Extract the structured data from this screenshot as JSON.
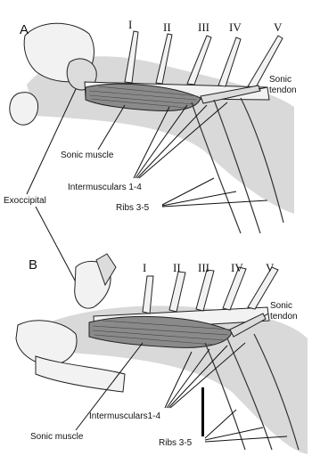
{
  "panels": [
    {
      "letter": "A",
      "vertebrae": [
        "I",
        "II",
        "III",
        "IV",
        "V"
      ],
      "labels": {
        "sonic_tendon": [
          "Sonic",
          "tendon"
        ],
        "sonic_muscle": "Sonic muscle",
        "intermusculars": "Intermusculars 1-4",
        "ribs": "Ribs 3-5"
      }
    },
    {
      "letter": "B",
      "vertebrae": [
        "I",
        "II",
        "III",
        "IV",
        "V"
      ],
      "labels": {
        "sonic_tendon": [
          "Sonic",
          "tendon"
        ],
        "sonic_muscle": "Sonic muscle",
        "intermusculars": "Intermusculars1-4",
        "ribs": "Ribs 3-5"
      }
    }
  ],
  "shared_labels": {
    "exoccipital": "Exoccipital"
  }
}
